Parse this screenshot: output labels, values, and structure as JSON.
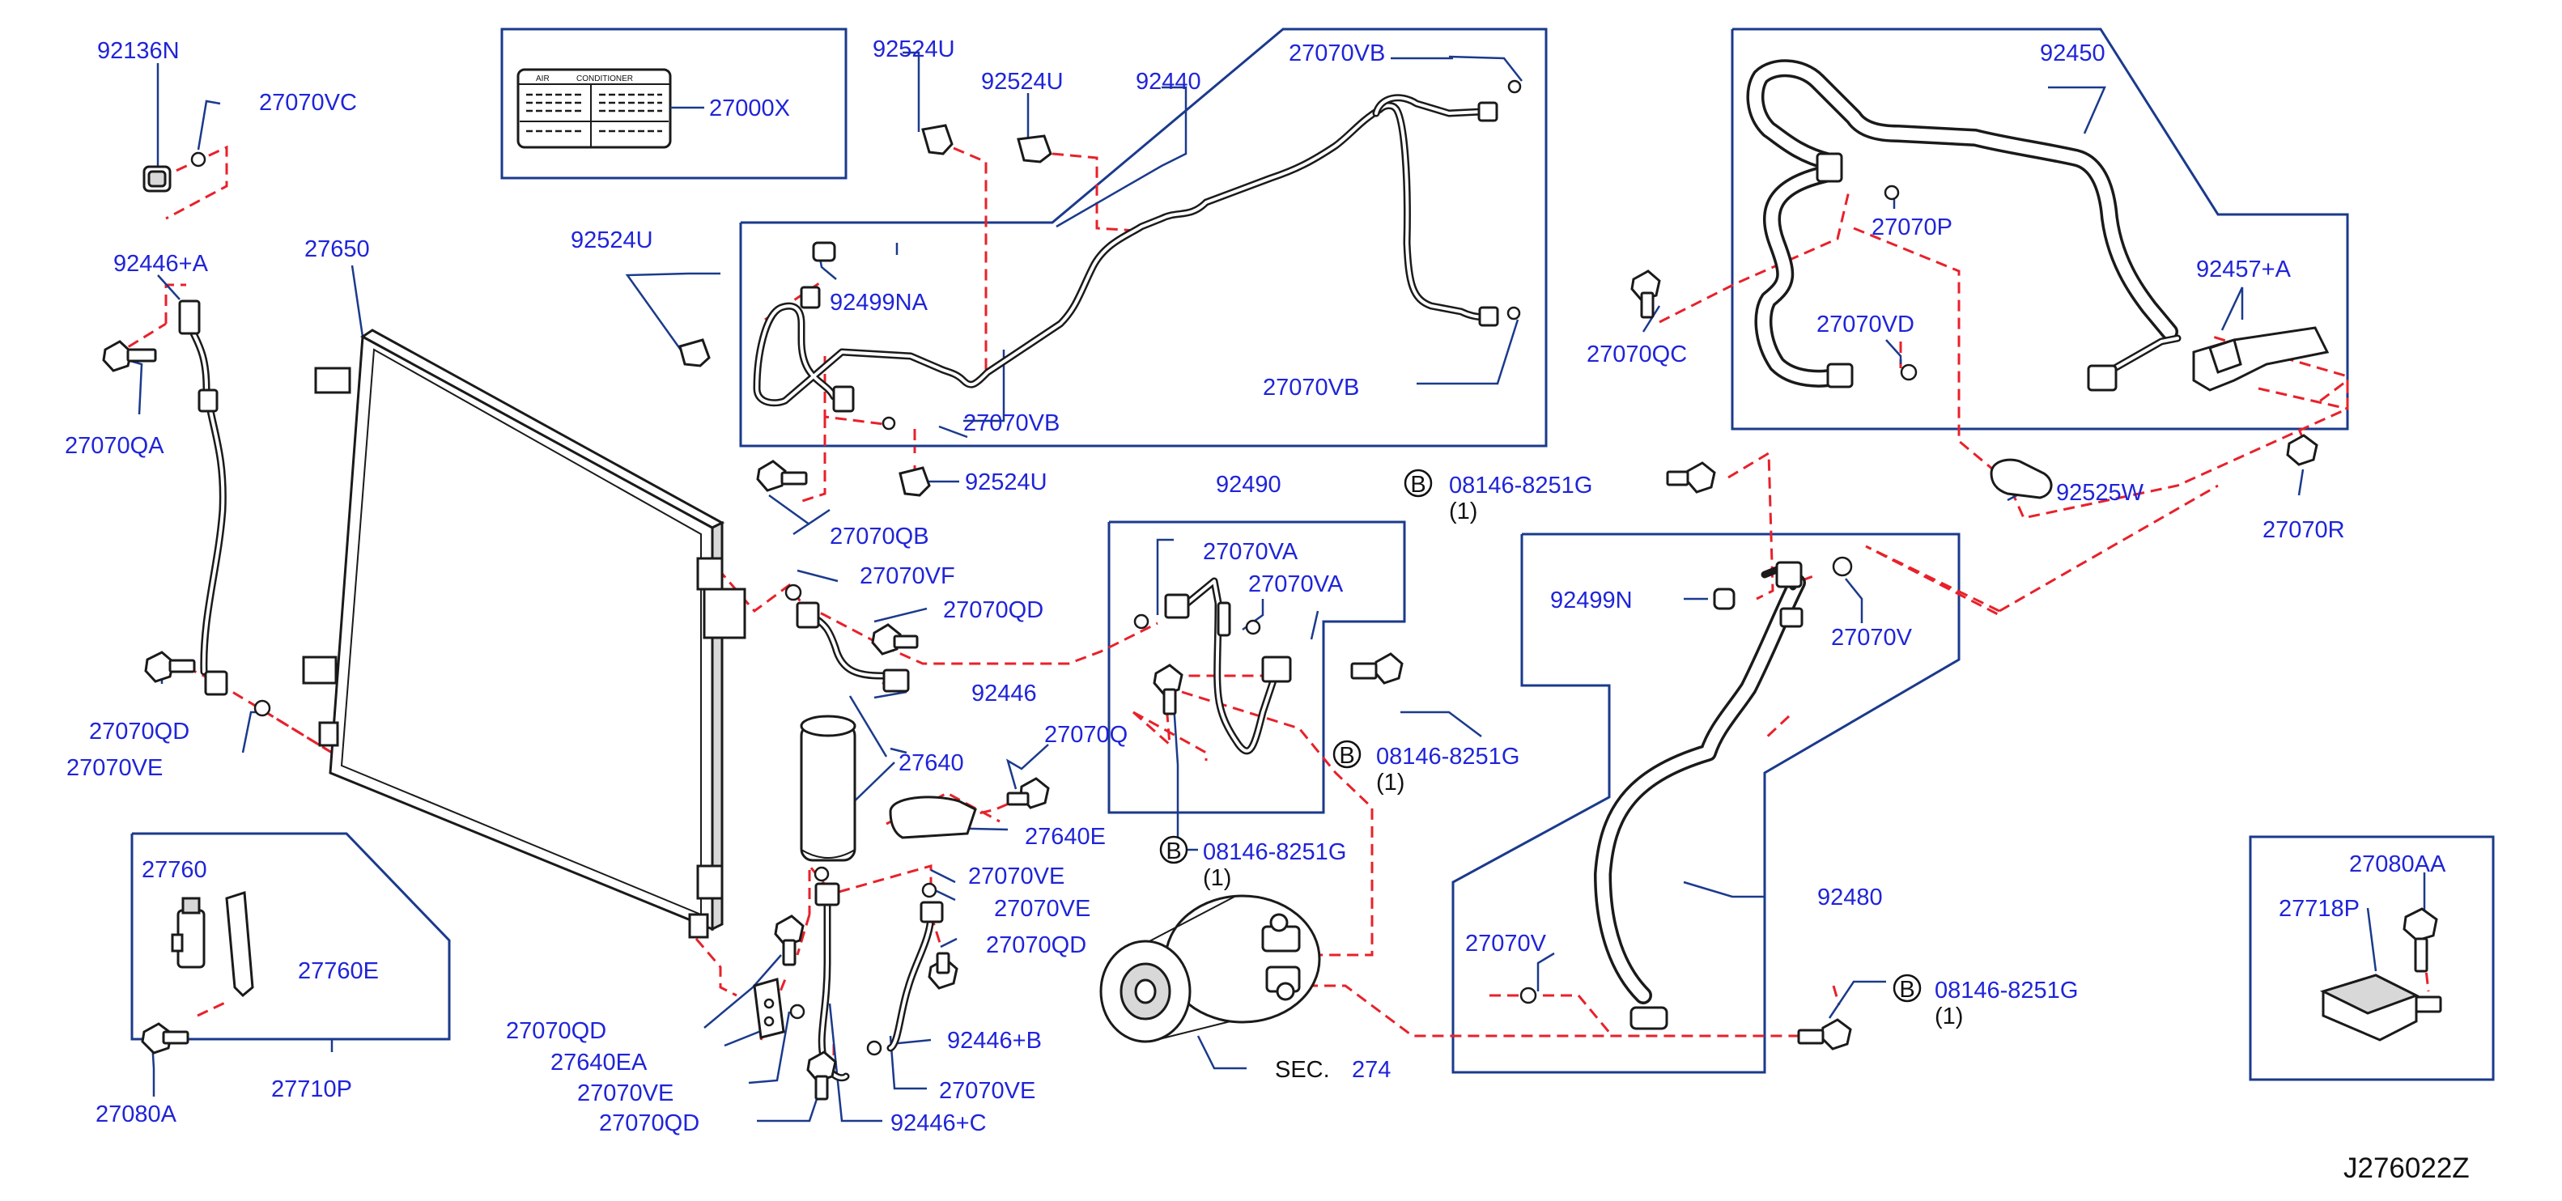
{
  "diagram": {
    "reference_code": "J276022Z",
    "bolt_mark_symbol": "B",
    "qty": "(1)",
    "sec_prefix": "SEC.",
    "sec_number": "274",
    "labels": {
      "p92136N": "92136N",
      "p27070VC": "27070VC",
      "p27000X": "27000X",
      "p92524U_a": "92524U",
      "p92524U_b": "92524U",
      "p92524U_c": "92524U",
      "p92524U_d": "92524U",
      "p92440": "92440",
      "p27070VB_a": "27070VB",
      "p27070VB_b": "27070VB",
      "p27070VB_c": "27070VB",
      "p92450": "92450",
      "p92446A": "92446+A",
      "p27650": "27650",
      "p92499NA": "92499NA",
      "p27070QA": "27070QA",
      "p27070QB": "27070QB",
      "p27070P": "27070P",
      "p27070QC": "27070QC",
      "p27070VD": "27070VD",
      "p92457A": "92457+A",
      "p92525W": "92525W",
      "p27070R": "27070R",
      "p92490": "92490",
      "b08146_a": "08146-8251G",
      "b08146_b": "08146-8251G",
      "b08146_c": "08146-8251G",
      "b08146_d": "08146-8251G",
      "p27070VA_a": "27070VA",
      "p27070VA_b": "27070VA",
      "p27070VF": "27070VF",
      "p27070QD_a": "27070QD",
      "p27070QD_b": "27070QD",
      "p27070QD_c": "27070QD",
      "p27070QD_d": "27070QD",
      "p27070QD_e": "27070QD",
      "p92499N": "92499N",
      "p27070V_a": "27070V",
      "p27070V_b": "27070V",
      "p92446": "92446",
      "p27070VE_a": "27070VE",
      "p27070VE_b": "27070VE",
      "p27070VE_c": "27070VE",
      "p27070VE_d": "27070VE",
      "p27070VE_e": "27070VE",
      "p27640": "27640",
      "p27070Q": "27070Q",
      "p27640E": "27640E",
      "p27760": "27760",
      "p27760E": "27760E",
      "p27710P": "27710P",
      "p27080A": "27080A",
      "p27640EA": "27640EA",
      "p92446B": "92446+B",
      "p92446C": "92446+C",
      "p92480": "92480",
      "p27080AA": "27080AA",
      "p27718P": "27718P"
    },
    "decal": {
      "line1a": "AIR",
      "line1b": "CONDITIONER"
    }
  },
  "colors": {
    "label": "#1f24d8",
    "box": "#1a3a8c",
    "dash": "#e8212a",
    "part": "#1a1a1a"
  }
}
